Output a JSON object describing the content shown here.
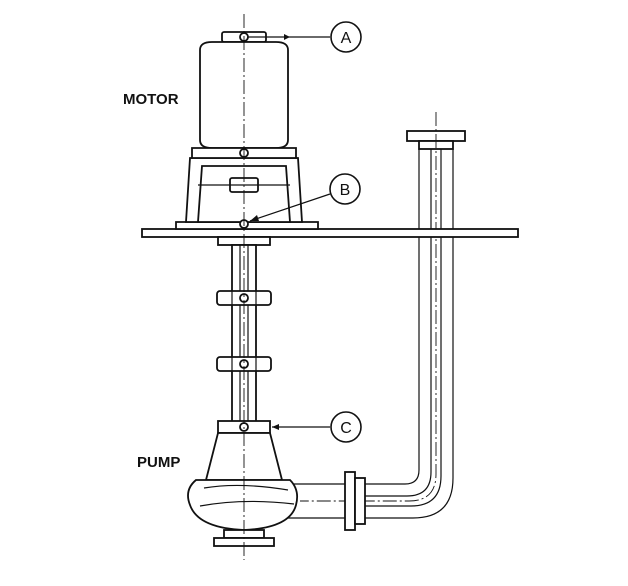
{
  "labels": {
    "motor": "MOTOR",
    "pump": "PUMP"
  },
  "callouts": {
    "a": "A",
    "b": "B",
    "c": "C"
  }
}
